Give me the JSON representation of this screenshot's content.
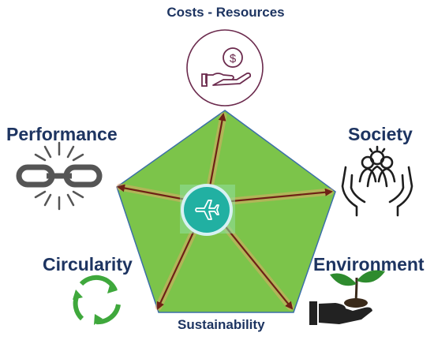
{
  "labels": {
    "top": "Costs - Resources",
    "left_top": "Performance",
    "right_top": "Society",
    "left_bottom": "Circularity",
    "right_bottom": "Environment",
    "bottom": "Sustainability"
  },
  "icons": {
    "top": "hand-coin-icon",
    "left_top": "broken-chain-icon",
    "right_top": "hands-people-icon",
    "left_bottom": "recycle-icon",
    "right_bottom": "hand-plant-icon",
    "center": "airplane-icon"
  },
  "colors": {
    "pentagon_fill": "#7cc44a",
    "pentagon_stroke": "#3b6fa8",
    "arrow": "#6e2116",
    "hub": "#21b0a2",
    "hub_ring": "#d7f1f3",
    "label": "#1d3461",
    "circle_outline": "#6b2a4d",
    "recycle": "#3fa83c",
    "plant": "#2e8b2e"
  }
}
